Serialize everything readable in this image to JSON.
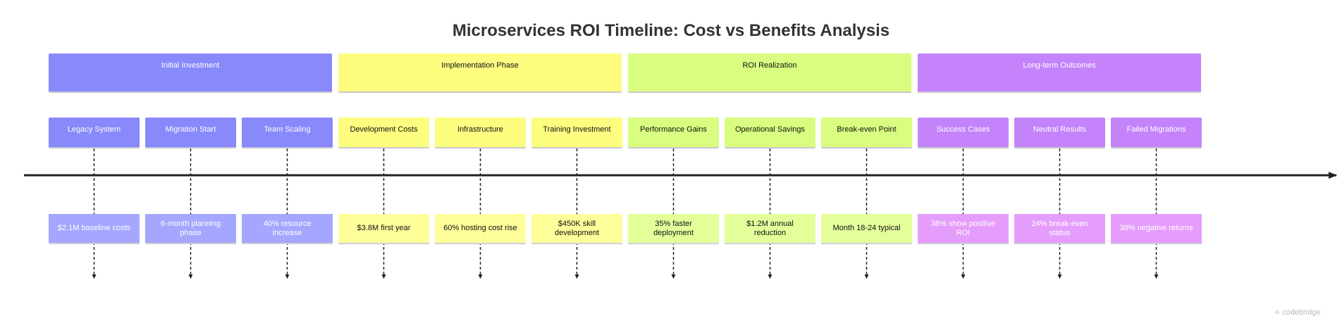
{
  "title": "Microservices ROI Timeline: Cost vs Benefits Analysis",
  "sections": [
    {
      "label": "Initial Investment",
      "color": "#8889fb",
      "text_color": "light"
    },
    {
      "label": "Implementation Phase",
      "color": "#fdfd80",
      "text_color": "dark"
    },
    {
      "label": "ROI Realization",
      "color": "#d9fd80",
      "text_color": "dark"
    },
    {
      "label": "Long-term Outcomes",
      "color": "#c483fb",
      "text_color": "light"
    }
  ],
  "events": [
    {
      "label": "Legacy System",
      "detail": "$2.1M baseline costs",
      "section": 0
    },
    {
      "label": "Migration Start",
      "detail": "6-month planning phase",
      "section": 0
    },
    {
      "label": "Team Scaling",
      "detail": "40% resource increase",
      "section": 0
    },
    {
      "label": "Development Costs",
      "detail": "$3.8M first year",
      "section": 1
    },
    {
      "label": "Infrastructure",
      "detail": "60% hosting cost rise",
      "section": 1
    },
    {
      "label": "Training Investment",
      "detail": "$450K skill development",
      "section": 1
    },
    {
      "label": "Performance Gains",
      "detail": "35% faster deployment",
      "section": 2
    },
    {
      "label": "Operational Savings",
      "detail": "$1.2M annual reduction",
      "section": 2
    },
    {
      "label": "Break-even Point",
      "detail": "Month 18-24 typical",
      "section": 2
    },
    {
      "label": "Success Cases",
      "detail": "38% show positive ROI",
      "section": 3
    },
    {
      "label": "Neutral Results",
      "detail": "24% break-even status",
      "section": 3
    },
    {
      "label": "Failed Migrations",
      "detail": "38% negative returns",
      "section": 3
    }
  ],
  "watermark": {
    "text": "codebridge",
    "icon": "codebridge-logo-icon"
  }
}
